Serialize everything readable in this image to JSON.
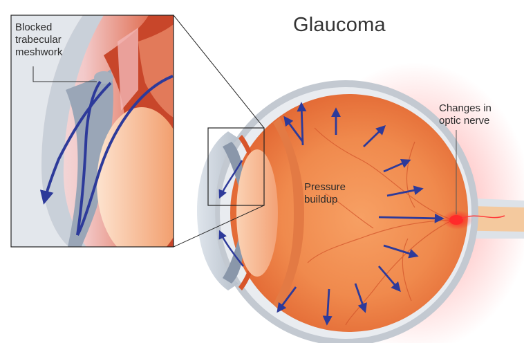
{
  "title": "Glaucoma",
  "labels": {
    "blocked": [
      "Blocked",
      "trabecular",
      "meshwork"
    ],
    "pressure": [
      "Pressure",
      "buildup"
    ],
    "optic": [
      "Changes in",
      "optic nerve"
    ]
  },
  "colors": {
    "arrow": "#2d3a9a",
    "sclera": "#c7ccd3",
    "retina": "#e8713f",
    "lens": "#f6b38c",
    "nerve_glow": "#ff3b3b"
  },
  "icons": [
    "pressure-arrow",
    "fluid-flow-arrow"
  ]
}
